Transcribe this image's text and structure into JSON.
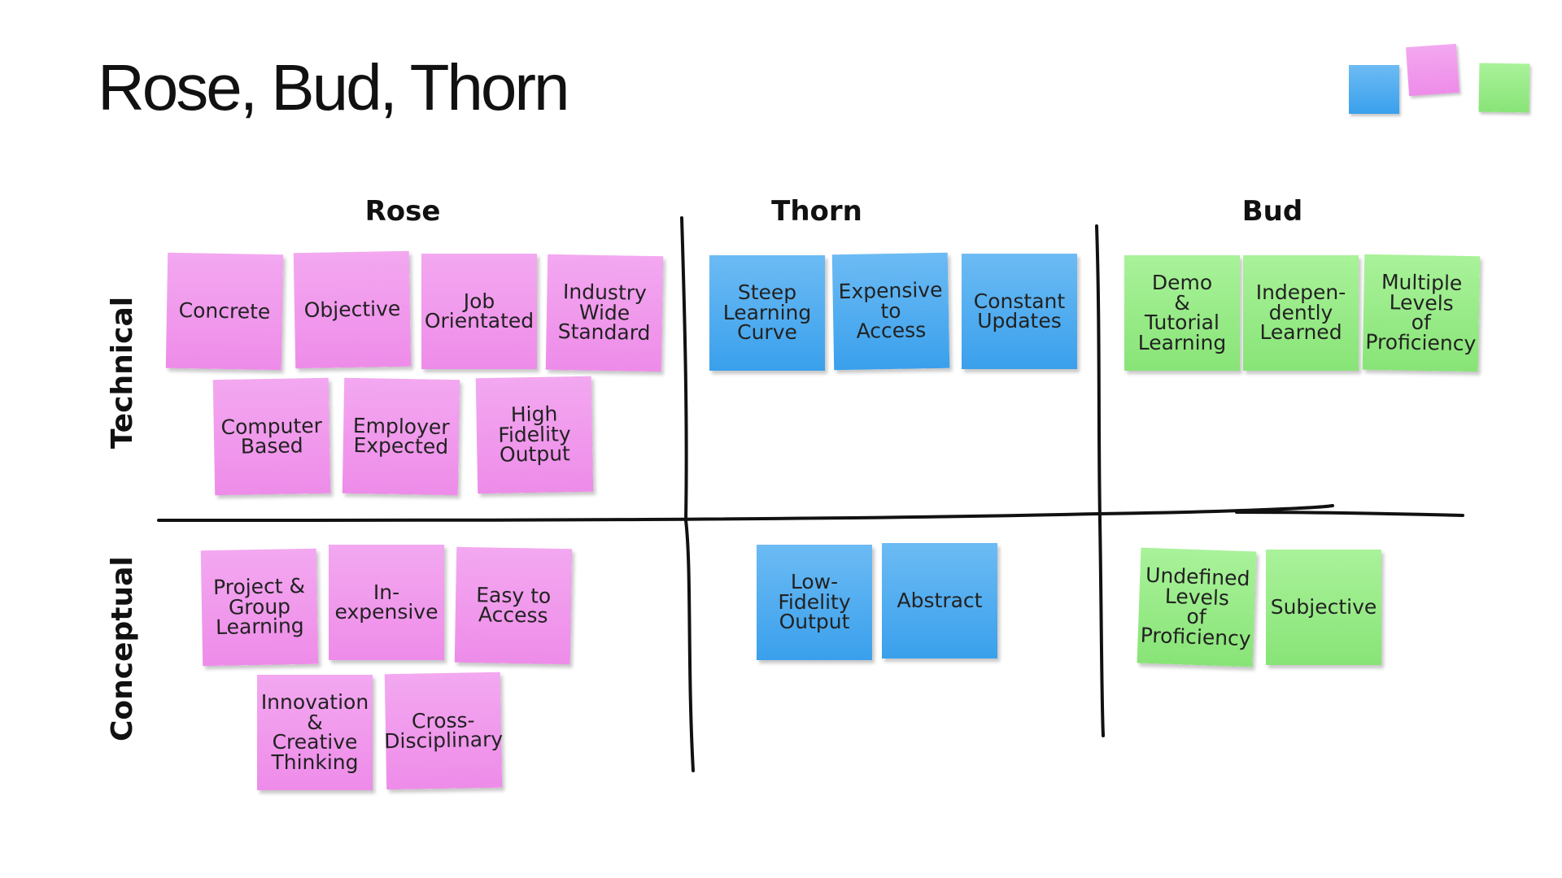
{
  "title": "Rose, Bud, Thorn",
  "columns": {
    "rose": "Rose",
    "thorn": "Thorn",
    "bud": "Bud"
  },
  "rows": {
    "technical": "Technical",
    "conceptual": "Conceptual"
  },
  "colors": {
    "pink": "#ee8ce9",
    "blue": "#3aa0ec",
    "green": "#88e477"
  },
  "notes": {
    "rose_technical": [
      "Concrete",
      "Objective",
      "Job\nOrientated",
      "Industry\nWide\nStandard",
      "Computer\nBased",
      "Employer\nExpected",
      "High\nFidelity\nOutput"
    ],
    "thorn_technical": [
      "Steep\nLearning\nCurve",
      "Expensive\nto\nAccess",
      "Constant\nUpdates"
    ],
    "bud_technical": [
      "Demo\n&\nTutorial\nLearning",
      "Indepen-\ndently\nLearned",
      "Multiple\nLevels\nof\nProficiency"
    ],
    "rose_conceptual": [
      "Project &\nGroup\nLearning",
      "In-\nexpensive",
      "Easy to\nAccess",
      "Innovation\n&\nCreative\nThinking",
      "Cross-\nDisciplinary"
    ],
    "thorn_conceptual": [
      "Low-\nFidelity\nOutput",
      "Abstract"
    ],
    "bud_conceptual": [
      "Undefined\nLevels\nof\nProficiency",
      "Subjective"
    ]
  }
}
